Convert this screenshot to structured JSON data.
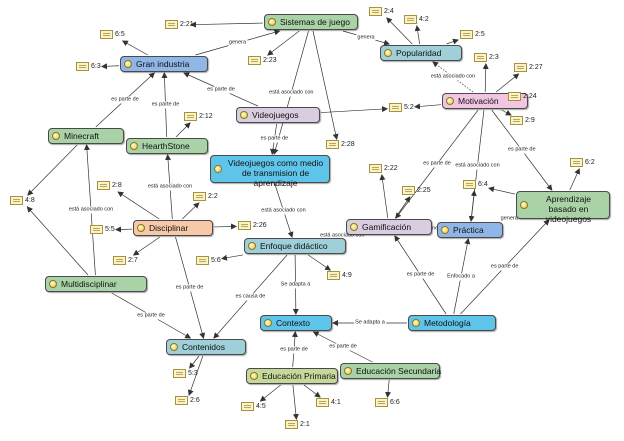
{
  "colors": {
    "green": "#a9d3a6",
    "blue": "#8fb6e6",
    "teal": "#9fcfd8",
    "pink": "#f2c6e2",
    "lilac": "#d9cde0",
    "orange": "#f7c9a7",
    "olive": "#c6d99a",
    "cyan": "#5fc4ea",
    "line": "#333333"
  },
  "icons": {
    "concept": "concept-icon",
    "quotation": "quotation-document-icon"
  },
  "concepts": [
    {
      "id": "sistemas",
      "label": "Sistemas de juego",
      "color": "green"
    },
    {
      "id": "popularidad",
      "label": "Popularidad",
      "color": "teal"
    },
    {
      "id": "gran_industria",
      "label": "Gran industria",
      "color": "blue"
    },
    {
      "id": "videojuegos",
      "label": "Videojuegos",
      "color": "lilac"
    },
    {
      "id": "motivacion",
      "label": "Motivación",
      "color": "pink"
    },
    {
      "id": "minecraft",
      "label": "Minecraft",
      "color": "green"
    },
    {
      "id": "hearthstone",
      "label": "HearthStone",
      "color": "green"
    },
    {
      "id": "medio",
      "label": "Videojuegos como medio de transmision de aprendizaje",
      "color": "cyan"
    },
    {
      "id": "aprendizaje",
      "label": "Aprendizaje basado en videojuegos",
      "color": "green"
    },
    {
      "id": "gamificacion",
      "label": "Gamificación",
      "color": "lilac"
    },
    {
      "id": "practica",
      "label": "Práctica",
      "color": "blue"
    },
    {
      "id": "disciplinar",
      "label": "Disciplinar",
      "color": "orange"
    },
    {
      "id": "enfoque",
      "label": "Enfoque didáctico",
      "color": "teal"
    },
    {
      "id": "multidisciplinar",
      "label": "Multidisciplinar",
      "color": "green"
    },
    {
      "id": "contexto",
      "label": "Contexto",
      "color": "cyan"
    },
    {
      "id": "metodologia",
      "label": "Metodología",
      "color": "cyan"
    },
    {
      "id": "contenidos",
      "label": "Contenidos",
      "color": "teal"
    },
    {
      "id": "edu_secundaria",
      "label": "Educación Secundaria",
      "color": "green"
    },
    {
      "id": "edu_primaria",
      "label": "Educación Primaria",
      "color": "olive"
    }
  ],
  "quotations": [
    {
      "id": "q221",
      "label": "2:21"
    },
    {
      "id": "q65",
      "label": "6:5"
    },
    {
      "id": "q63",
      "label": "6:3"
    },
    {
      "id": "q223",
      "label": "2:23"
    },
    {
      "id": "q24",
      "label": "2:4"
    },
    {
      "id": "q42",
      "label": "4:2"
    },
    {
      "id": "q25",
      "label": "2:5"
    },
    {
      "id": "q23",
      "label": "2:3"
    },
    {
      "id": "q227",
      "label": "2:27"
    },
    {
      "id": "q224",
      "label": "2:24"
    },
    {
      "id": "q29",
      "label": "2:9"
    },
    {
      "id": "q52",
      "label": "5:2"
    },
    {
      "id": "q212",
      "label": "2:12"
    },
    {
      "id": "q228",
      "label": "2:28"
    },
    {
      "id": "q222",
      "label": "2:22"
    },
    {
      "id": "q28",
      "label": "2:8"
    },
    {
      "id": "q22",
      "label": "2:2"
    },
    {
      "id": "q48",
      "label": "4:8"
    },
    {
      "id": "q225",
      "label": "2:25"
    },
    {
      "id": "q64",
      "label": "6:4"
    },
    {
      "id": "q62",
      "label": "6:2"
    },
    {
      "id": "q55",
      "label": "5:5"
    },
    {
      "id": "q226",
      "label": "2:26"
    },
    {
      "id": "q27",
      "label": "2:7"
    },
    {
      "id": "q56",
      "label": "5:6"
    },
    {
      "id": "q49",
      "label": "4:9"
    },
    {
      "id": "q53",
      "label": "5:3"
    },
    {
      "id": "q26",
      "label": "2:6"
    },
    {
      "id": "q45",
      "label": "4:5"
    },
    {
      "id": "q41",
      "label": "4:1"
    },
    {
      "id": "q21",
      "label": "2:1"
    },
    {
      "id": "q66",
      "label": "6:6"
    }
  ],
  "relations": [
    {
      "from": "gran_industria",
      "to": "sistemas",
      "label": "genera"
    },
    {
      "from": "sistemas",
      "to": "popularidad",
      "label": "genera"
    },
    {
      "from": "videojuegos",
      "to": "gran_industria",
      "label": "es parte de"
    },
    {
      "from": "minecraft",
      "to": "gran_industria",
      "label": "es parte de"
    },
    {
      "from": "hearthstone",
      "to": "gran_industria",
      "label": "es parte de"
    },
    {
      "from": "motivacion",
      "to": "popularidad",
      "label": "está asociado con"
    },
    {
      "from": "sistemas",
      "to": "medio",
      "label": "está asociado con"
    },
    {
      "from": "videojuegos",
      "to": "medio",
      "label": "es parte de"
    },
    {
      "from": "motivacion",
      "to": "aprendizaje",
      "label": "es parte de"
    },
    {
      "from": "motivacion",
      "to": "gamificacion",
      "label": "es parte de"
    },
    {
      "from": "motivacion",
      "to": "practica",
      "label": "está asociado con"
    },
    {
      "from": "disciplinar",
      "to": "hearthstone",
      "label": "está asociado con"
    },
    {
      "from": "multidisciplinar",
      "to": "minecraft",
      "label": "está asociado con"
    },
    {
      "from": "gamificacion",
      "to": "practica",
      "label": "genera"
    },
    {
      "from": "aprendizaje",
      "to": "practica",
      "label": "genera"
    },
    {
      "from": "medio",
      "to": "enfoque",
      "label": "está asociado con"
    },
    {
      "from": "gamificacion",
      "to": "enfoque",
      "label": "está asociado con"
    },
    {
      "from": "enfoque",
      "to": "contexto",
      "label": "Se adapta a"
    },
    {
      "from": "metodologia",
      "to": "contexto",
      "label": "Se adapta a"
    },
    {
      "from": "metodologia",
      "to": "gamificacion",
      "label": "es parte de"
    },
    {
      "from": "metodologia",
      "to": "practica",
      "label": "Enfocado a"
    },
    {
      "from": "metodologia",
      "to": "aprendizaje",
      "label": "es parte de"
    },
    {
      "from": "disciplinar",
      "to": "contenidos",
      "label": "es parte de"
    },
    {
      "from": "multidisciplinar",
      "to": "contenidos",
      "label": "es parte de"
    },
    {
      "from": "enfoque",
      "to": "contenidos",
      "label": "es causa de"
    },
    {
      "from": "edu_secundaria",
      "to": "contexto",
      "label": "es parte de"
    },
    {
      "from": "edu_primaria",
      "to": "contexto",
      "label": "es parte de"
    }
  ]
}
